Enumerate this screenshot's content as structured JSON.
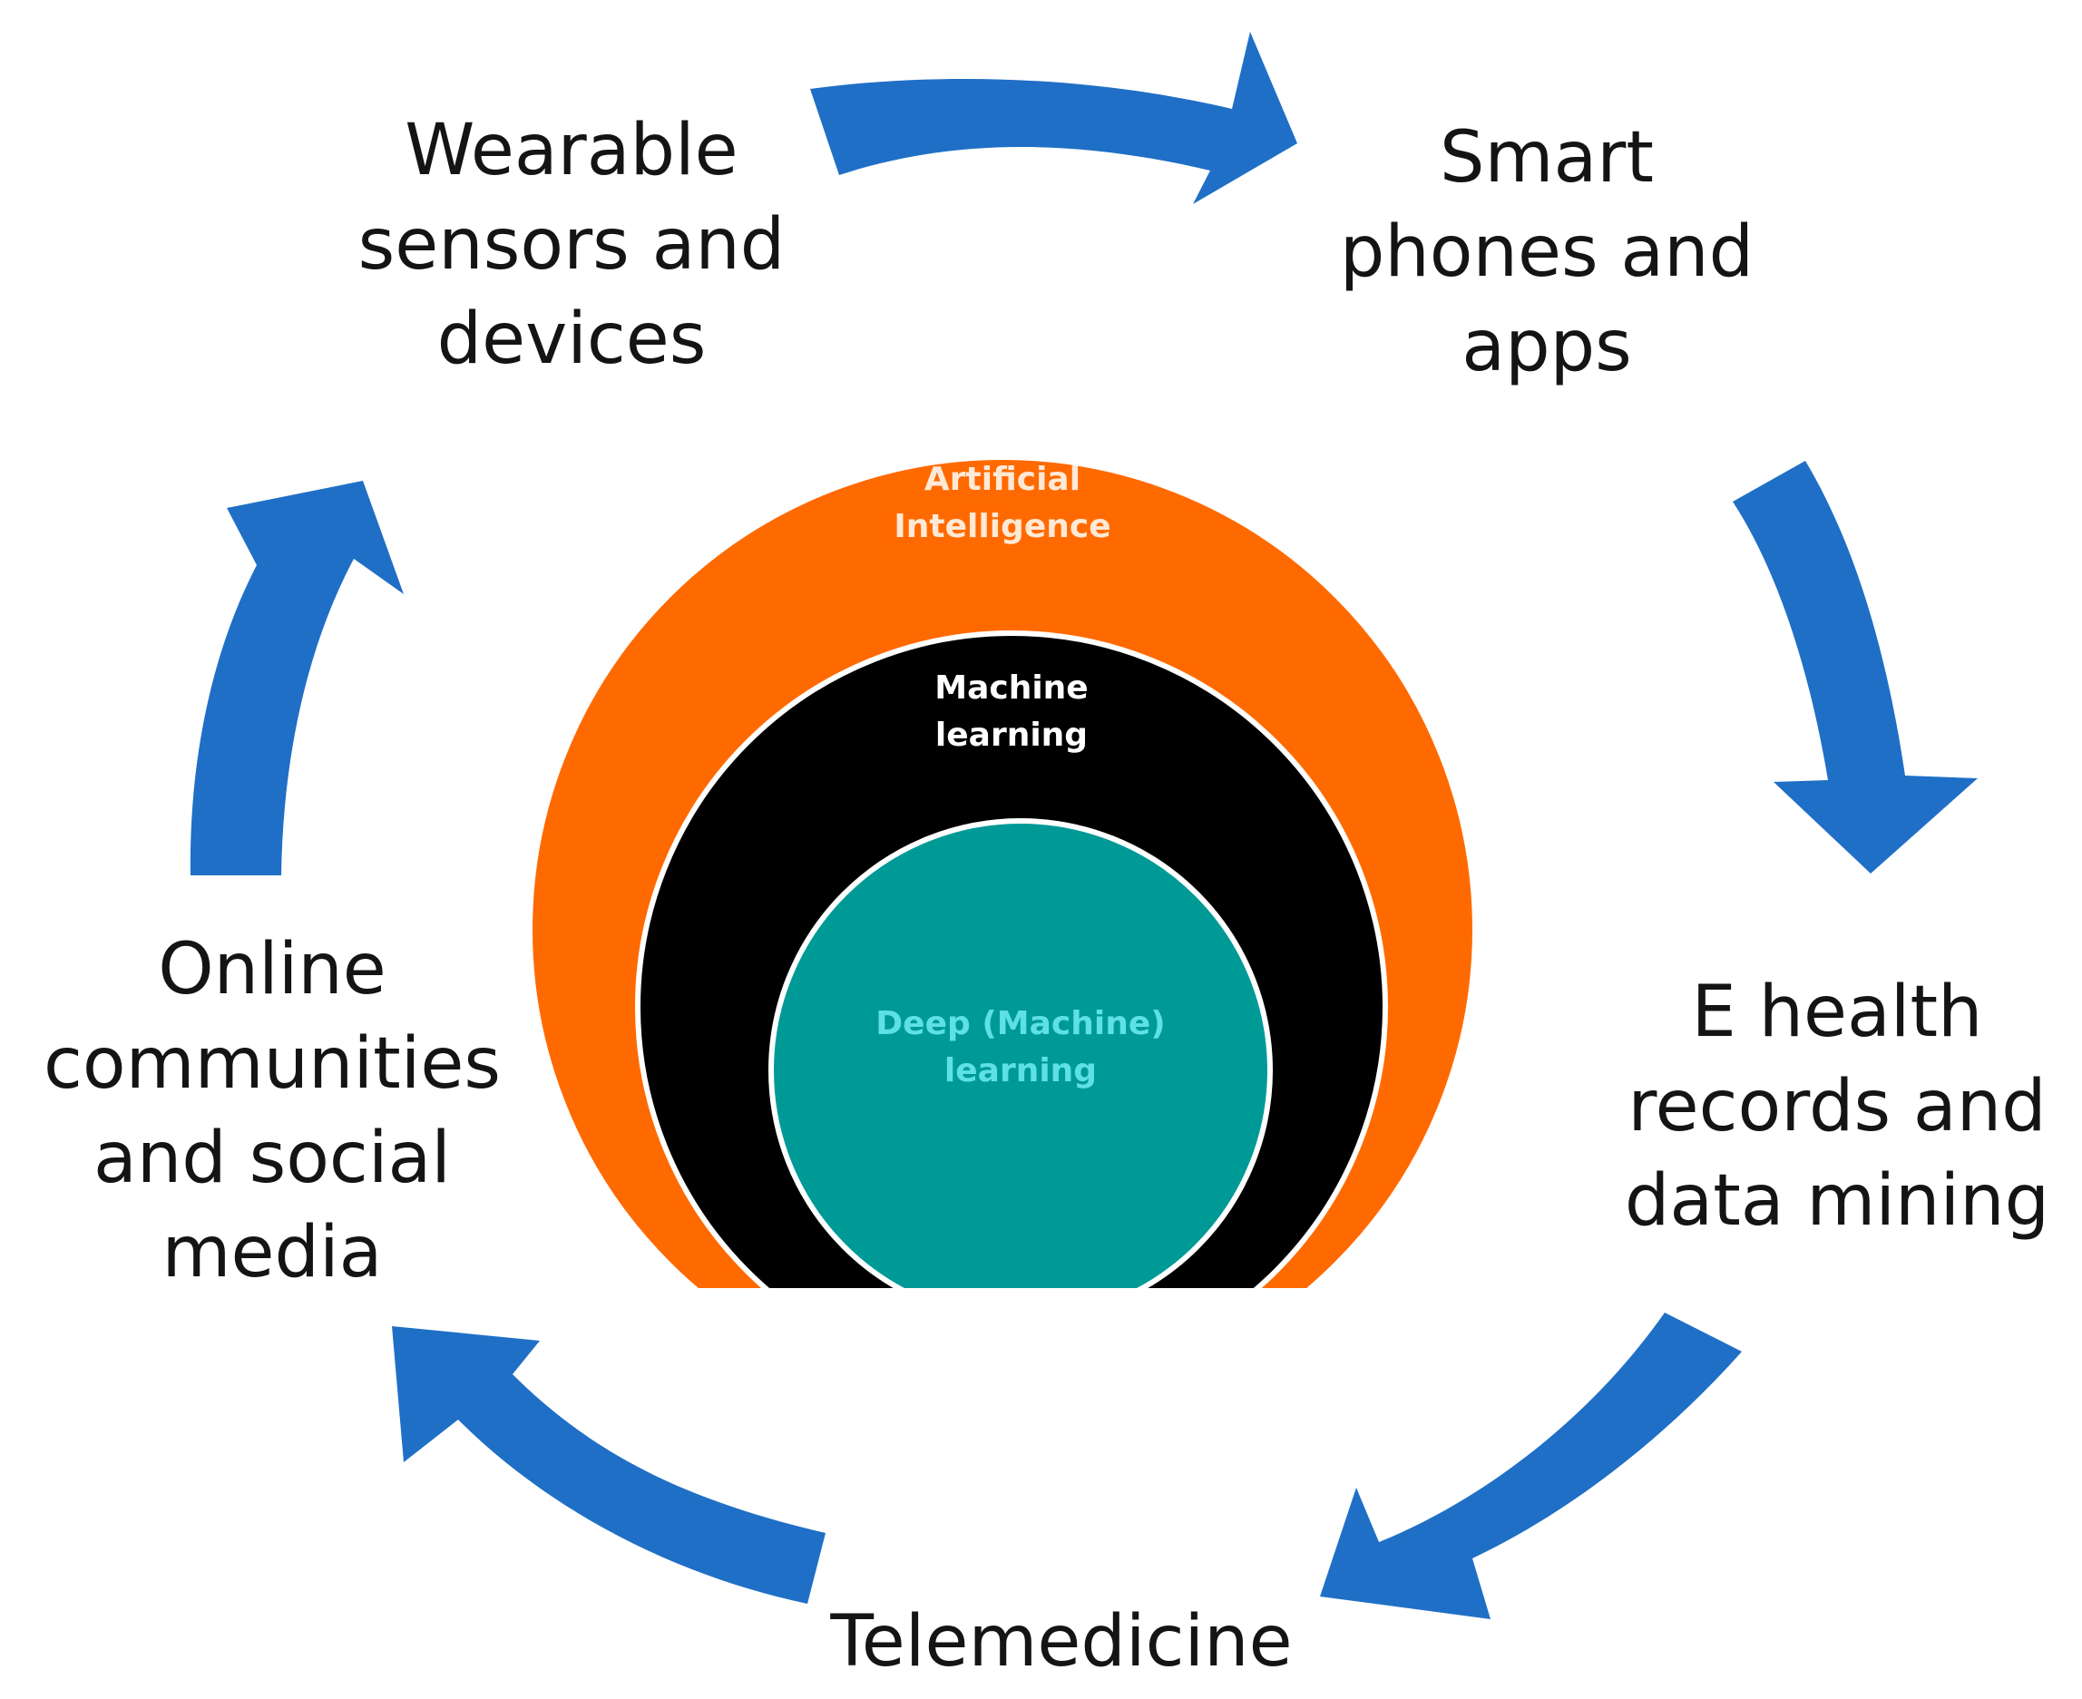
{
  "colors": {
    "arrow": "#1f6fc6",
    "ai_outer": "#ff6a00",
    "ml_middle": "#000000",
    "dl_inner": "#009a96",
    "ai_text": "#ffe9d6",
    "ml_text": "#ffffff",
    "dl_text": "#5de0e6",
    "label_text": "#141414"
  },
  "center": {
    "ai": {
      "lines": [
        "Artificial",
        "Intelligence"
      ]
    },
    "ml": {
      "lines": [
        "Machine",
        "learning"
      ]
    },
    "dl": {
      "lines": [
        "Deep (Machine)",
        "learning"
      ]
    }
  },
  "cycle": {
    "wearable": {
      "lines": [
        "Wearable",
        "sensors and",
        "devices"
      ]
    },
    "smartphones": {
      "lines": [
        "Smart",
        "phones and",
        "apps"
      ]
    },
    "ehealth": {
      "lines": [
        "E health",
        "records and",
        "data mining"
      ]
    },
    "telemedicine": {
      "lines": [
        "Telemedicine"
      ]
    },
    "online": {
      "lines": [
        "Online",
        "communities",
        "and social",
        "media"
      ]
    }
  },
  "arrows": [
    {
      "name": "arrow-wearable-to-smartphones",
      "icon": "curved-arrow-right"
    },
    {
      "name": "arrow-smartphones-to-ehealth",
      "icon": "curved-arrow-down"
    },
    {
      "name": "arrow-ehealth-to-telemedicine",
      "icon": "curved-arrow-down-left"
    },
    {
      "name": "arrow-telemedicine-to-online",
      "icon": "curved-arrow-up-left"
    },
    {
      "name": "arrow-online-to-wearable",
      "icon": "curved-arrow-up"
    }
  ]
}
